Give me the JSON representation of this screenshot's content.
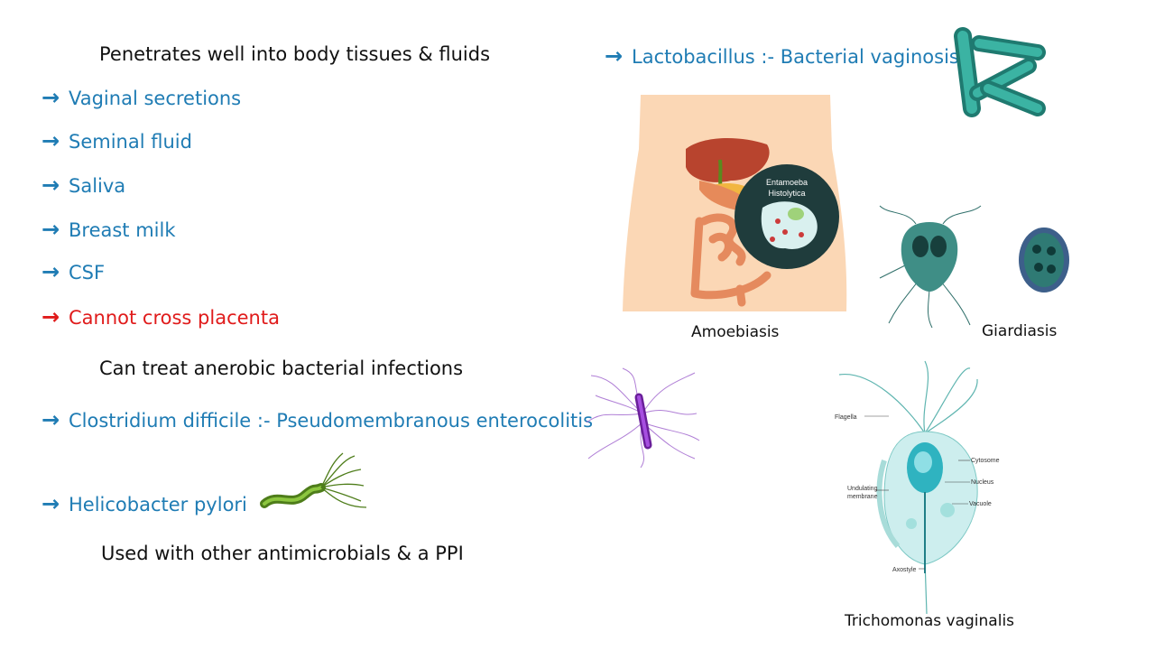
{
  "left": {
    "heading1": "Penetrates well into body tissues & fluids",
    "fluids": [
      {
        "label": "Vaginal secretions",
        "color": "#1f7cb4"
      },
      {
        "label": "Seminal fluid",
        "color": "#1f7cb4"
      },
      {
        "label": "Saliva",
        "color": "#1f7cb4"
      },
      {
        "label": "Breast milk",
        "color": "#1f7cb4"
      },
      {
        "label": "CSF",
        "color": "#1f7cb4"
      },
      {
        "label": "Cannot cross placenta",
        "color": "#e01b1b"
      }
    ],
    "heading2": "Can treat anerobic bacterial infections",
    "clostridium": "Clostridium difficile :- Pseudomembranous enterocolitis",
    "hpylori": "Helicobacter pylori",
    "heading3": "Used with other antimicrobials & a PPI",
    "arrow_glyph": "→"
  },
  "right": {
    "lactobacillus": "Lactobacillus :- Bacterial vaginosis",
    "amoeba_bubble_line1": "Entamoeba",
    "amoeba_bubble_line2": "Histolytica",
    "amoebiasis": "Amoebiasis",
    "giardiasis": "Giardiasis",
    "trichomonas": "Trichomonas vaginalis",
    "trich_labels": {
      "flagella": "Flagella",
      "cytosome": "Cytosome",
      "nucleus": "Nucleus",
      "undulating1": "Undulating",
      "undulating2": "membrane",
      "vacuole": "Vacuole",
      "axostyle": "Axostyle"
    }
  },
  "colors": {
    "blue": "#1f7cb4",
    "red": "#e01b1b",
    "teal": "#2a9d8f",
    "purple": "#8a3fbf",
    "green": "#5a8f1e"
  }
}
